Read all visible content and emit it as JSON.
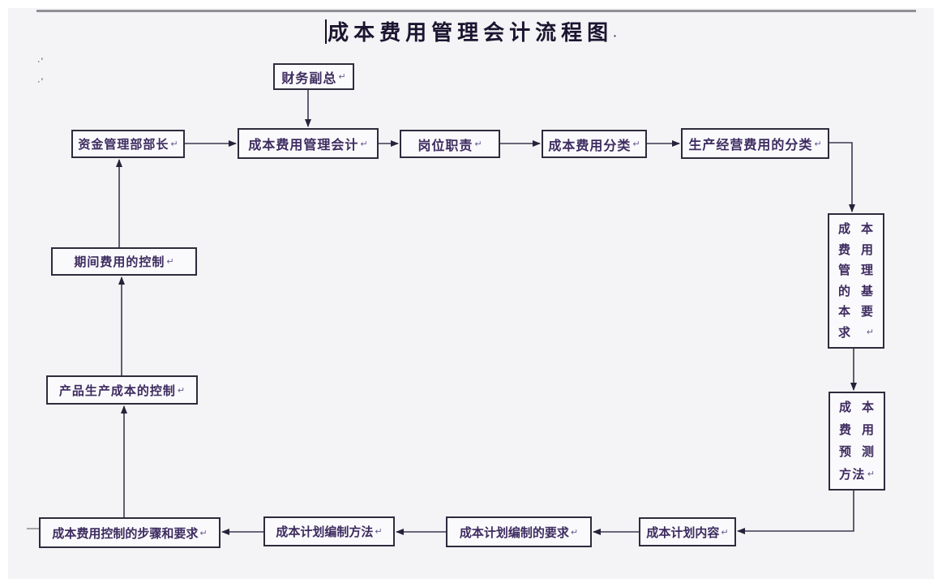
{
  "title": {
    "text": "成本费用管理会计流程图",
    "trailing_mark": "·"
  },
  "paragraph_mark": "↵",
  "margin_marks": [
    "·’",
    "·’"
  ],
  "colors": {
    "page_bg": "#f4f4f6",
    "frame": "#ffffff",
    "box_fill": "#fafafc",
    "box_border": "#2f2b3d",
    "text": "#3d2b5f",
    "connector_line": "#3c3850",
    "top_rule": "#8f8f96"
  },
  "nodes": {
    "vp_finance": {
      "label": "财务副总"
    },
    "funds_dept_head": {
      "label": "资金管理部部长"
    },
    "cost_mgmt_accounting": {
      "label": "成本费用管理会计"
    },
    "job_duties": {
      "label": "岗位职责"
    },
    "cost_expense_classification": {
      "label": "成本费用分类"
    },
    "production_expense_classification": {
      "label": "生产经营费用的分类"
    },
    "period_expense_control": {
      "label": "期间费用的控制"
    },
    "product_cost_control": {
      "label": "产品生产成本的控制"
    },
    "control_steps_requirements": {
      "label": "成本费用控制的步骤和要求"
    },
    "plan_compilation_methods": {
      "label": "成本计划编制方法"
    },
    "plan_compilation_requirements": {
      "label": "成本计划编制的要求"
    },
    "plan_contents": {
      "label": "成本计划内容"
    }
  },
  "vertical_nodes": {
    "mgmt_basic_requirements": {
      "rows": [
        [
          "成",
          "本"
        ],
        [
          "费",
          "用"
        ],
        [
          "管",
          "理"
        ],
        [
          "的",
          "基"
        ],
        [
          "本",
          "要"
        ],
        [
          "求"
        ]
      ]
    },
    "forecast_methods": {
      "rows": [
        [
          "成",
          "本"
        ],
        [
          "费",
          "用"
        ],
        [
          "预",
          "测"
        ],
        [
          "方",
          "法"
        ]
      ]
    }
  }
}
